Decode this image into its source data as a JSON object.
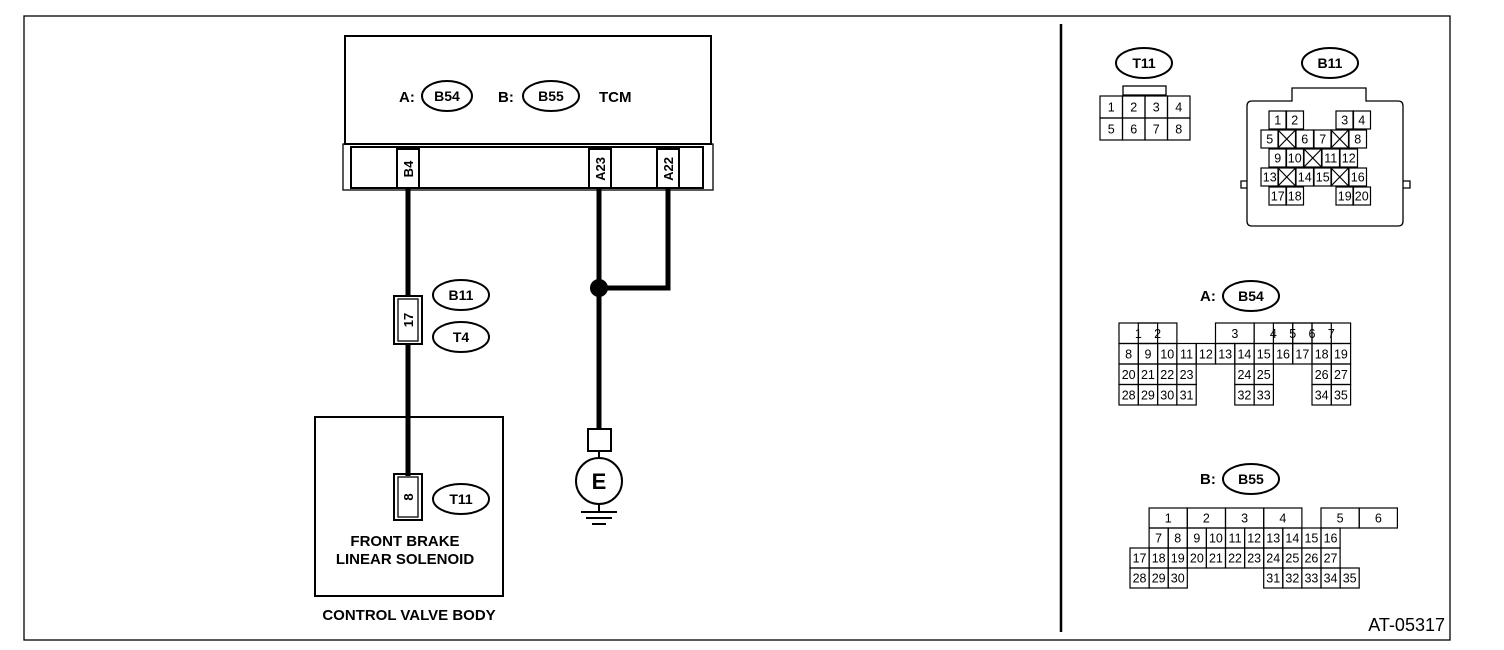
{
  "tcm": {
    "prefix_a": "A:",
    "conn_a": "B54",
    "prefix_b": "B:",
    "conn_b": "B55",
    "name": "TCM",
    "pins": [
      "B4",
      "A23",
      "A22"
    ]
  },
  "joint": {
    "pin": "17",
    "conn_top": "B11",
    "conn_bottom": "T4"
  },
  "solenoid": {
    "pin": "8",
    "conn": "T11",
    "line1": "FRONT BRAKE",
    "line2": "LINEAR SOLENOID",
    "body_label": "CONTROL VALVE BODY"
  },
  "ground": {
    "label": "E"
  },
  "connectors": {
    "t11": {
      "title": "T11",
      "rows": [
        [
          "1",
          "2",
          "3",
          "4"
        ],
        [
          "5",
          "6",
          "7",
          "8"
        ]
      ]
    },
    "b11": {
      "title": "B11",
      "labels": [
        "1",
        "2",
        "3",
        "4",
        "5",
        "6",
        "7",
        "8",
        "9",
        "10",
        "11",
        "12",
        "13",
        "14",
        "15",
        "16",
        "17",
        "18",
        "19",
        "20"
      ]
    },
    "b54": {
      "prefix": "A:",
      "title": "B54",
      "row1": [
        "1",
        "2",
        "3",
        "4",
        "5",
        "6",
        "7"
      ],
      "row2": [
        "8",
        "9",
        "10",
        "11",
        "12",
        "13",
        "14",
        "15",
        "16",
        "17",
        "18",
        "19"
      ],
      "row3": [
        "20",
        "21",
        "22",
        "23",
        "24",
        "25",
        "26",
        "27"
      ],
      "row4": [
        "28",
        "29",
        "30",
        "31",
        "32",
        "33",
        "34",
        "35"
      ]
    },
    "b55": {
      "prefix": "B:",
      "title": "B55",
      "row1": [
        "1",
        "2",
        "3",
        "4",
        "5",
        "6"
      ],
      "row2": [
        "7",
        "8",
        "9",
        "10",
        "11",
        "12",
        "13",
        "14",
        "15",
        "16"
      ],
      "row3": [
        "17",
        "18",
        "19",
        "20",
        "21",
        "22",
        "23",
        "24",
        "25",
        "26",
        "27"
      ],
      "row4": [
        "28",
        "29",
        "30",
        "31",
        "32",
        "33",
        "34",
        "35"
      ]
    }
  },
  "figure_id": "AT-05317"
}
